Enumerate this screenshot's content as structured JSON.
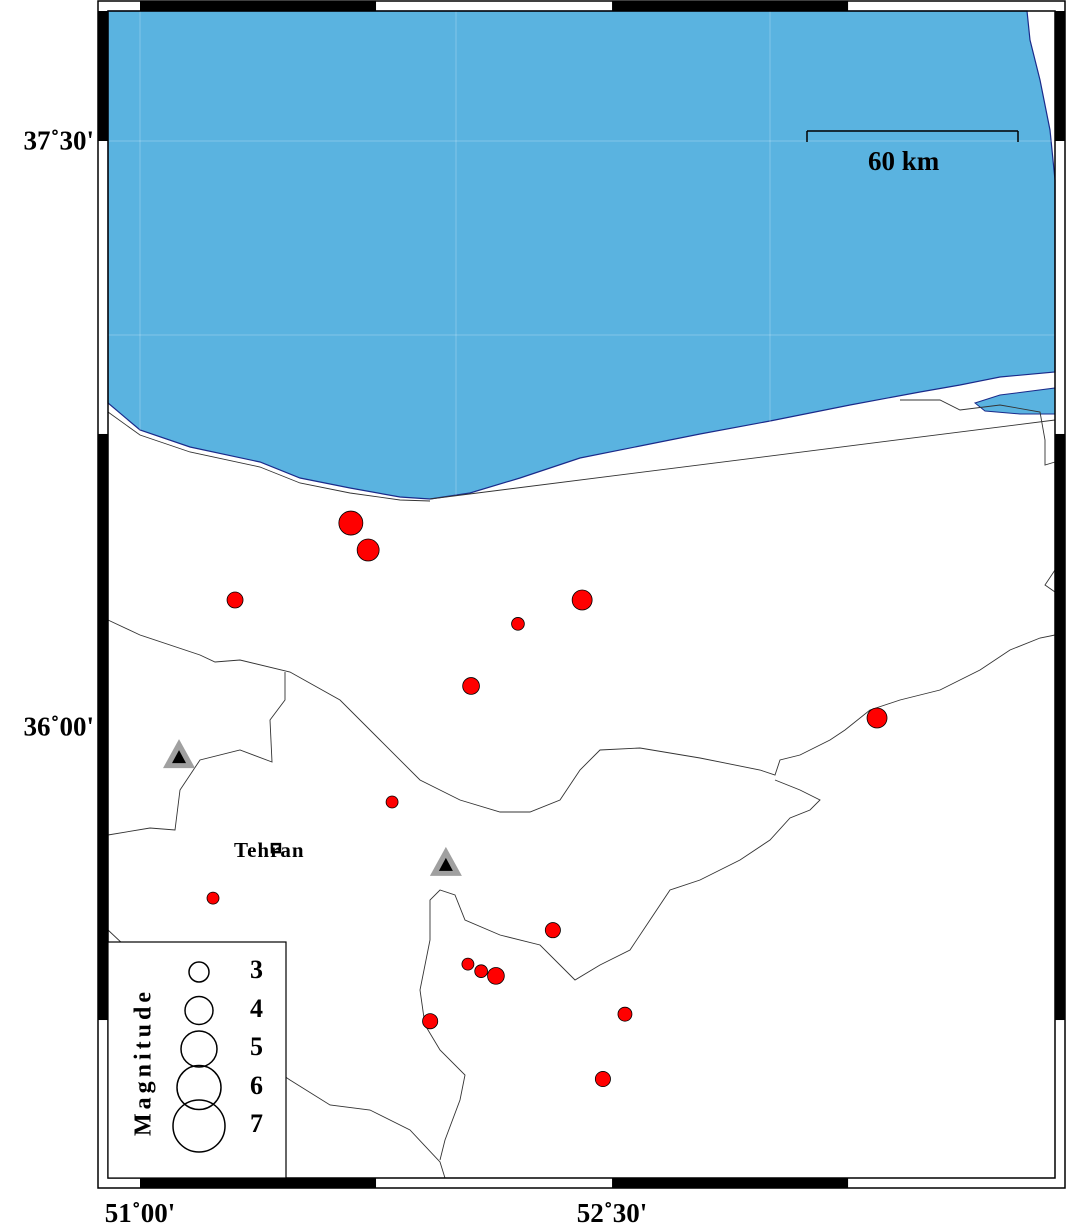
{
  "map": {
    "extent": {
      "lon_min": 50.898,
      "lon_max": 53.907,
      "lat_min": 34.846,
      "lat_max": 37.833
    },
    "colors": {
      "sea": "#5ab3e0",
      "land": "#ffffff",
      "event": "#ff0000",
      "station": "#000000",
      "station_halo": "#a0a0a0"
    },
    "axes": {
      "lat_ticks": [
        {
          "value": 37.5,
          "label": "37˚30'"
        },
        {
          "value": 36.0,
          "label": "36˚00'"
        }
      ],
      "lon_ticks": [
        {
          "value": 51.0,
          "label": "51˚00'"
        },
        {
          "value": 52.5,
          "label": "52˚30'"
        }
      ]
    },
    "scale_bar": {
      "label": "60 km",
      "length_km": 60
    },
    "city": {
      "name": "Tehran",
      "lon": 51.432,
      "lat": 35.69
    },
    "stations": [
      {
        "lon": 51.124,
        "lat": 35.923
      },
      {
        "lon": 51.972,
        "lat": 35.647
      }
    ],
    "events": [
      {
        "lon": 51.67,
        "lat": 36.522,
        "mag": 3.5
      },
      {
        "lon": 51.725,
        "lat": 36.453,
        "mag": 3.25
      },
      {
        "lon": 51.302,
        "lat": 36.325,
        "mag": 2.5
      },
      {
        "lon": 52.405,
        "lat": 36.325,
        "mag": 3.0
      },
      {
        "lon": 52.201,
        "lat": 36.264,
        "mag": 2.1
      },
      {
        "lon": 52.052,
        "lat": 36.105,
        "mag": 2.6
      },
      {
        "lon": 53.342,
        "lat": 36.023,
        "mag": 3.0
      },
      {
        "lon": 51.801,
        "lat": 35.808,
        "mag": 2.0
      },
      {
        "lon": 51.232,
        "lat": 35.562,
        "mag": 2.0
      },
      {
        "lon": 52.312,
        "lat": 35.48,
        "mag": 2.4
      },
      {
        "lon": 52.042,
        "lat": 35.393,
        "mag": 2.0
      },
      {
        "lon": 52.084,
        "lat": 35.375,
        "mag": 2.1
      },
      {
        "lon": 52.131,
        "lat": 35.363,
        "mag": 2.6
      },
      {
        "lon": 51.922,
        "lat": 35.247,
        "mag": 2.4
      },
      {
        "lon": 52.541,
        "lat": 35.265,
        "mag": 2.25
      },
      {
        "lon": 52.471,
        "lat": 35.099,
        "mag": 2.4
      }
    ]
  },
  "legend": {
    "title": "Magnitude",
    "items": [
      {
        "mag": 3,
        "label": "3"
      },
      {
        "mag": 4,
        "label": "4"
      },
      {
        "mag": 5,
        "label": "5"
      },
      {
        "mag": 6,
        "label": "6"
      },
      {
        "mag": 7,
        "label": "7"
      }
    ]
  }
}
